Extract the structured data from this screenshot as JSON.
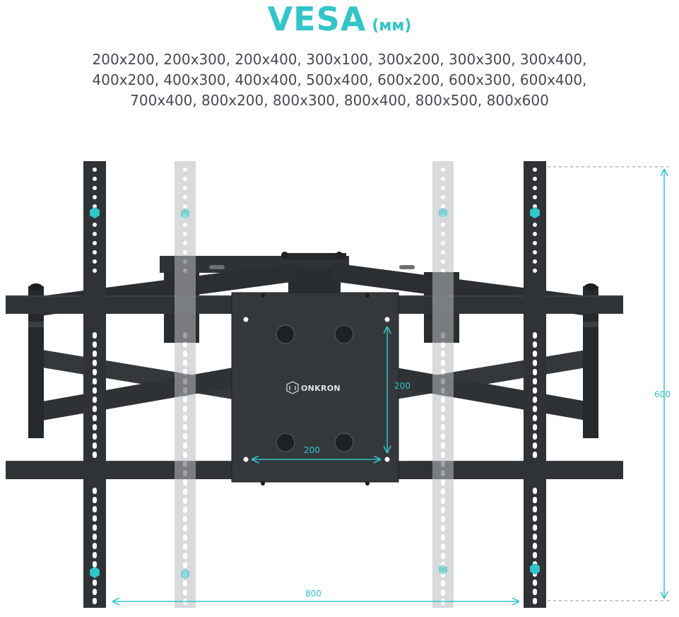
{
  "header": {
    "title": "VESA",
    "unit": "(мм)"
  },
  "vesa_sizes_lines": [
    "200x200, 200x300, 200x400, 300x100, 300x200, 300x300, 300x400,",
    "400x200, 400x300, 400x400, 500x400, 600x200, 600x300, 600x400,",
    "700x400, 800x200, 800x300, 800x400, 800x500, 800x600"
  ],
  "plate": {
    "brand": "ONKRON",
    "height_label": "200",
    "width_label": "200"
  },
  "dimensions": {
    "max_height_label": "600",
    "max_width_label": "800"
  },
  "colors": {
    "accent": "#32c5c9",
    "metal": "#2f3336",
    "metal_dark": "#1f2224",
    "ghost_rail": "#c8cacb"
  }
}
